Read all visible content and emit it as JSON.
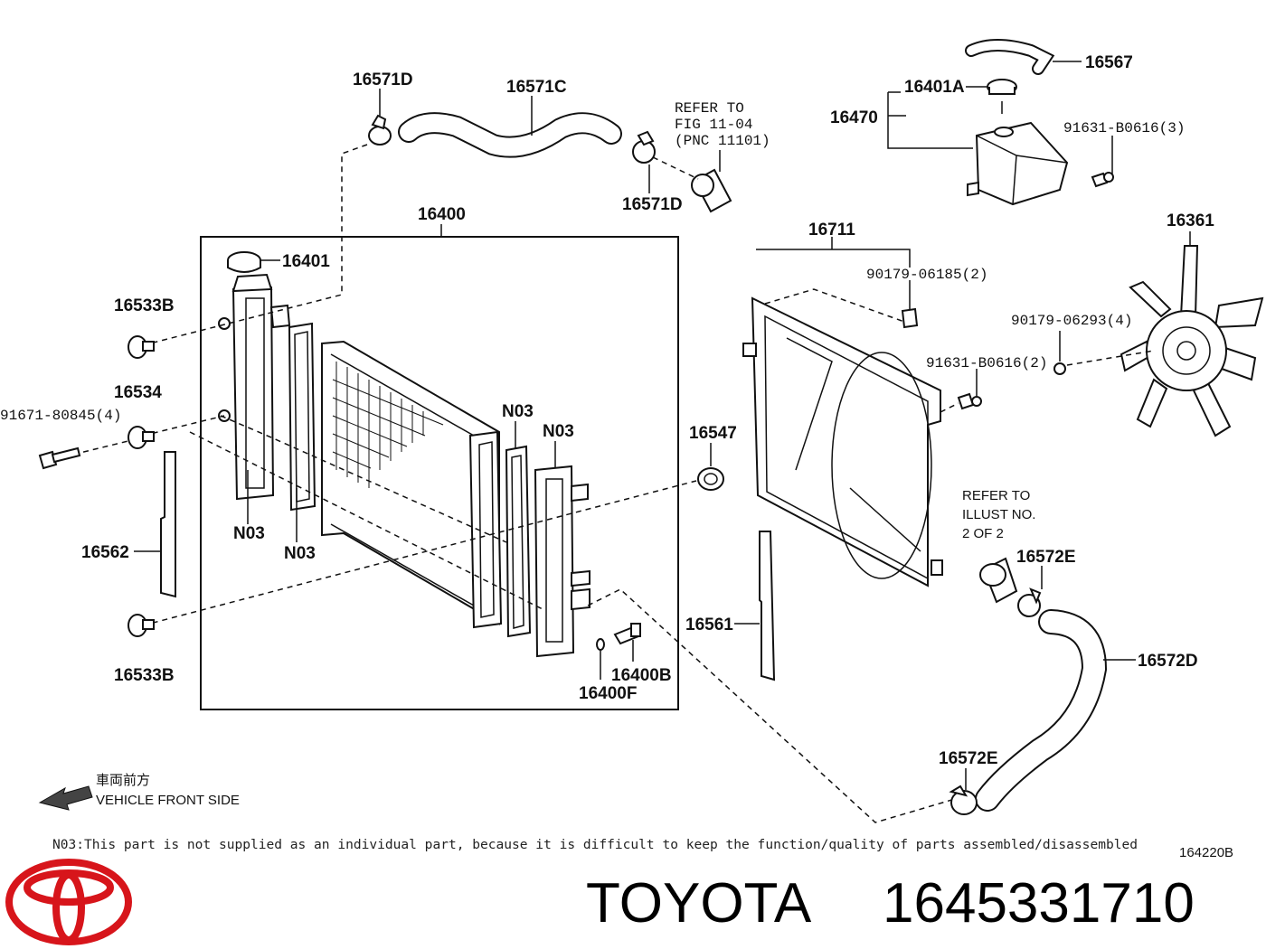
{
  "labels": {
    "p16571D_top": "16571D",
    "p16571C": "16571C",
    "refer_fig_line1": "REFER TO",
    "refer_fig_line2": "FIG 11-04",
    "refer_fig_line3": "(PNC 11101)",
    "p16571D_bot": "16571D",
    "p16567": "16567",
    "p16401A": "16401A",
    "p16470": "16470",
    "p91631_3": "91631-B0616(3)",
    "p16400": "16400",
    "p16401": "16401",
    "p16533B_top": "16533B",
    "p16534": "16534",
    "p91671": "91671-80845(4)",
    "p16562": "16562",
    "n03_a": "N03",
    "n03_b": "N03",
    "n03_c": "N03",
    "n03_d": "N03",
    "p16533B_bot": "16533B",
    "p16547": "16547",
    "p16400B": "16400B",
    "p16400F": "16400F",
    "p16711": "16711",
    "p90179_06185": "90179-06185(2)",
    "p16361": "16361",
    "p90179_06293": "90179-06293(4)",
    "p91631_2": "91631-B0616(2)",
    "refer_illust_line1": "REFER TO",
    "refer_illust_line2": "ILLUST NO.",
    "refer_illust_line3": "2 OF 2",
    "p16572E_top": "16572E",
    "p16561": "16561",
    "p16572D": "16572D",
    "p16572E_bot": "16572E"
  },
  "front_side": {
    "jp": "車両前方",
    "en": "VEHICLE FRONT SIDE"
  },
  "footnote": "N03:This part is not supplied as an individual part, because it is difficult to keep the function/quality of parts assembled/disassembled",
  "figure_code": "164220B",
  "brand": {
    "name": "TOYOTA",
    "part_number": "1645331710",
    "logo_color": "#d7151b"
  }
}
